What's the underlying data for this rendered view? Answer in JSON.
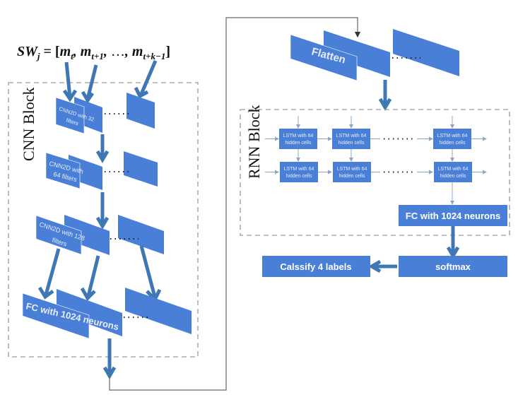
{
  "formula": {
    "lhs": "SW",
    "lhs_sub": "j",
    "eq": " = [",
    "items": [
      {
        "base": "m",
        "sub": "t"
      },
      {
        "base": "m",
        "sub": "t+1"
      },
      {
        "base": "…",
        "sub": ""
      },
      {
        "base": "m",
        "sub": "t+k−1"
      }
    ],
    "close": "]"
  },
  "cnn_block": {
    "label": "CNN Block",
    "layers": [
      {
        "name": "conv1",
        "label_line1": "CNN2D with 32",
        "label_line2": "filters"
      },
      {
        "name": "conv2",
        "label_line1": "CNN2D with",
        "label_line2": "64 filters"
      },
      {
        "name": "conv3",
        "label_line1": "CNN2D with 128",
        "label_line2": "filters"
      },
      {
        "name": "fc",
        "label_line1": "FC with 1024 neurons",
        "label_line2": ""
      }
    ],
    "ellipsis": "......"
  },
  "flatten": {
    "label": "Flatten"
  },
  "rnn_block": {
    "label": "RNN Block",
    "lstm_rows": [
      [
        "LSTM with 64|hidden cells",
        "LSTM with 64|hidden cells",
        "LSTM with 64|hidden cells"
      ],
      [
        "LSTM with 64|hidden cells",
        "LSTM with 64|hidden cells",
        "LSTM with 64|hidden cells"
      ]
    ],
    "lstm_line1": "LSTM with 64",
    "lstm_line2": "hidden cells",
    "fc_label": "FC with 1024 neurons"
  },
  "output": {
    "softmax_label": "softmax",
    "classify_label": "Calssify 4 labels"
  },
  "colors": {
    "block_fill": "#4a7fd8",
    "arrow": "#3f77b5",
    "dashed_border": "#9a9a9a"
  }
}
